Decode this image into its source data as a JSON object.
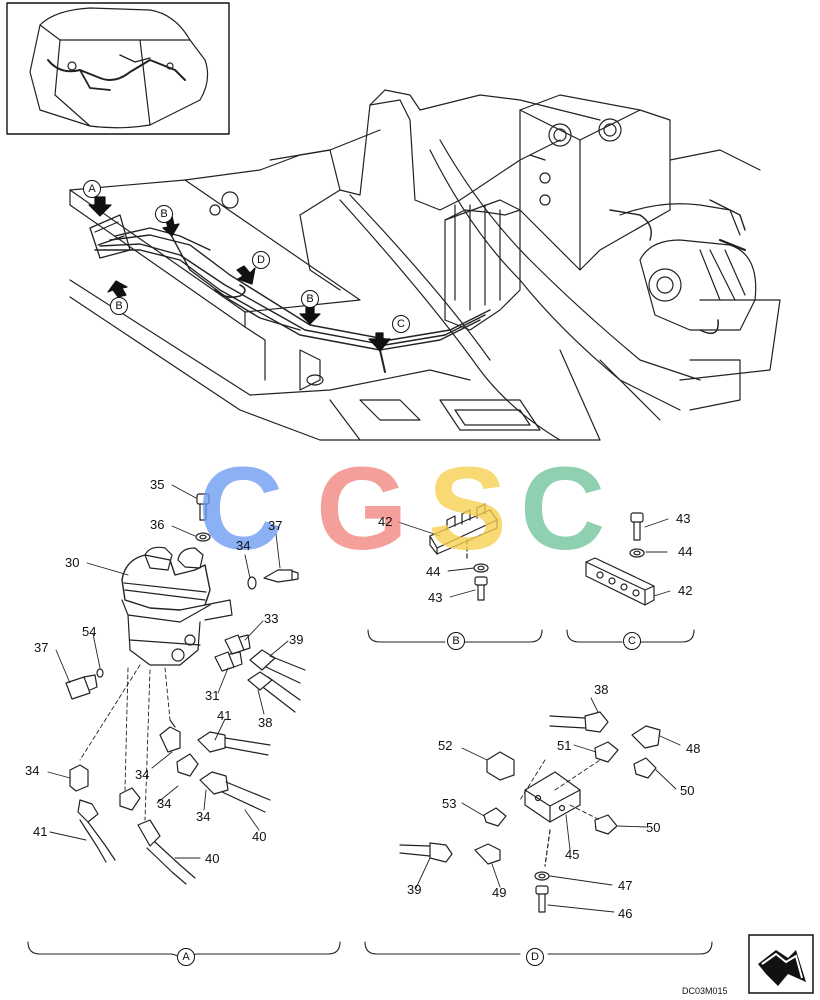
{
  "watermark": {
    "letters": [
      {
        "char": "C",
        "color": "#6b9cf2"
      },
      {
        "char": "G",
        "color": "#f2857e"
      },
      {
        "char": "S",
        "color": "#f7cf4d"
      },
      {
        "char": "C",
        "color": "#6fc39a"
      }
    ]
  },
  "callouts": {
    "top_A": "A",
    "top_B1": "B",
    "top_B2": "B",
    "top_B3": "B",
    "top_C": "C",
    "top_D": "D"
  },
  "parts": {
    "p35": "35",
    "p36": "36",
    "p37a": "37",
    "p34a": "34",
    "p30": "30",
    "p54": "54",
    "p37b": "37",
    "p33": "33",
    "p39a": "39",
    "p31": "31",
    "p38a": "38",
    "p41a": "41",
    "p34b": "34",
    "p34c": "34",
    "p34d": "34",
    "p34e": "34",
    "p40a": "40",
    "p41b": "41",
    "p40b": "40",
    "p42a": "42",
    "p44a": "44",
    "p43a": "43",
    "p43b": "43",
    "p44b": "44",
    "p42b": "42",
    "p38b": "38",
    "p48": "48",
    "p52": "52",
    "p51": "51",
    "p50a": "50",
    "p53": "53",
    "p50b": "50",
    "p45": "45",
    "p39b": "39",
    "p49": "49",
    "p47": "47",
    "p46": "46"
  },
  "section_labels": {
    "A": "A",
    "B": "B",
    "C": "C",
    "D": "D"
  },
  "drawing_code": "DC03M015",
  "icons": [
    "next-page-arrow-icon",
    "machine-overview-thumbnail"
  ]
}
